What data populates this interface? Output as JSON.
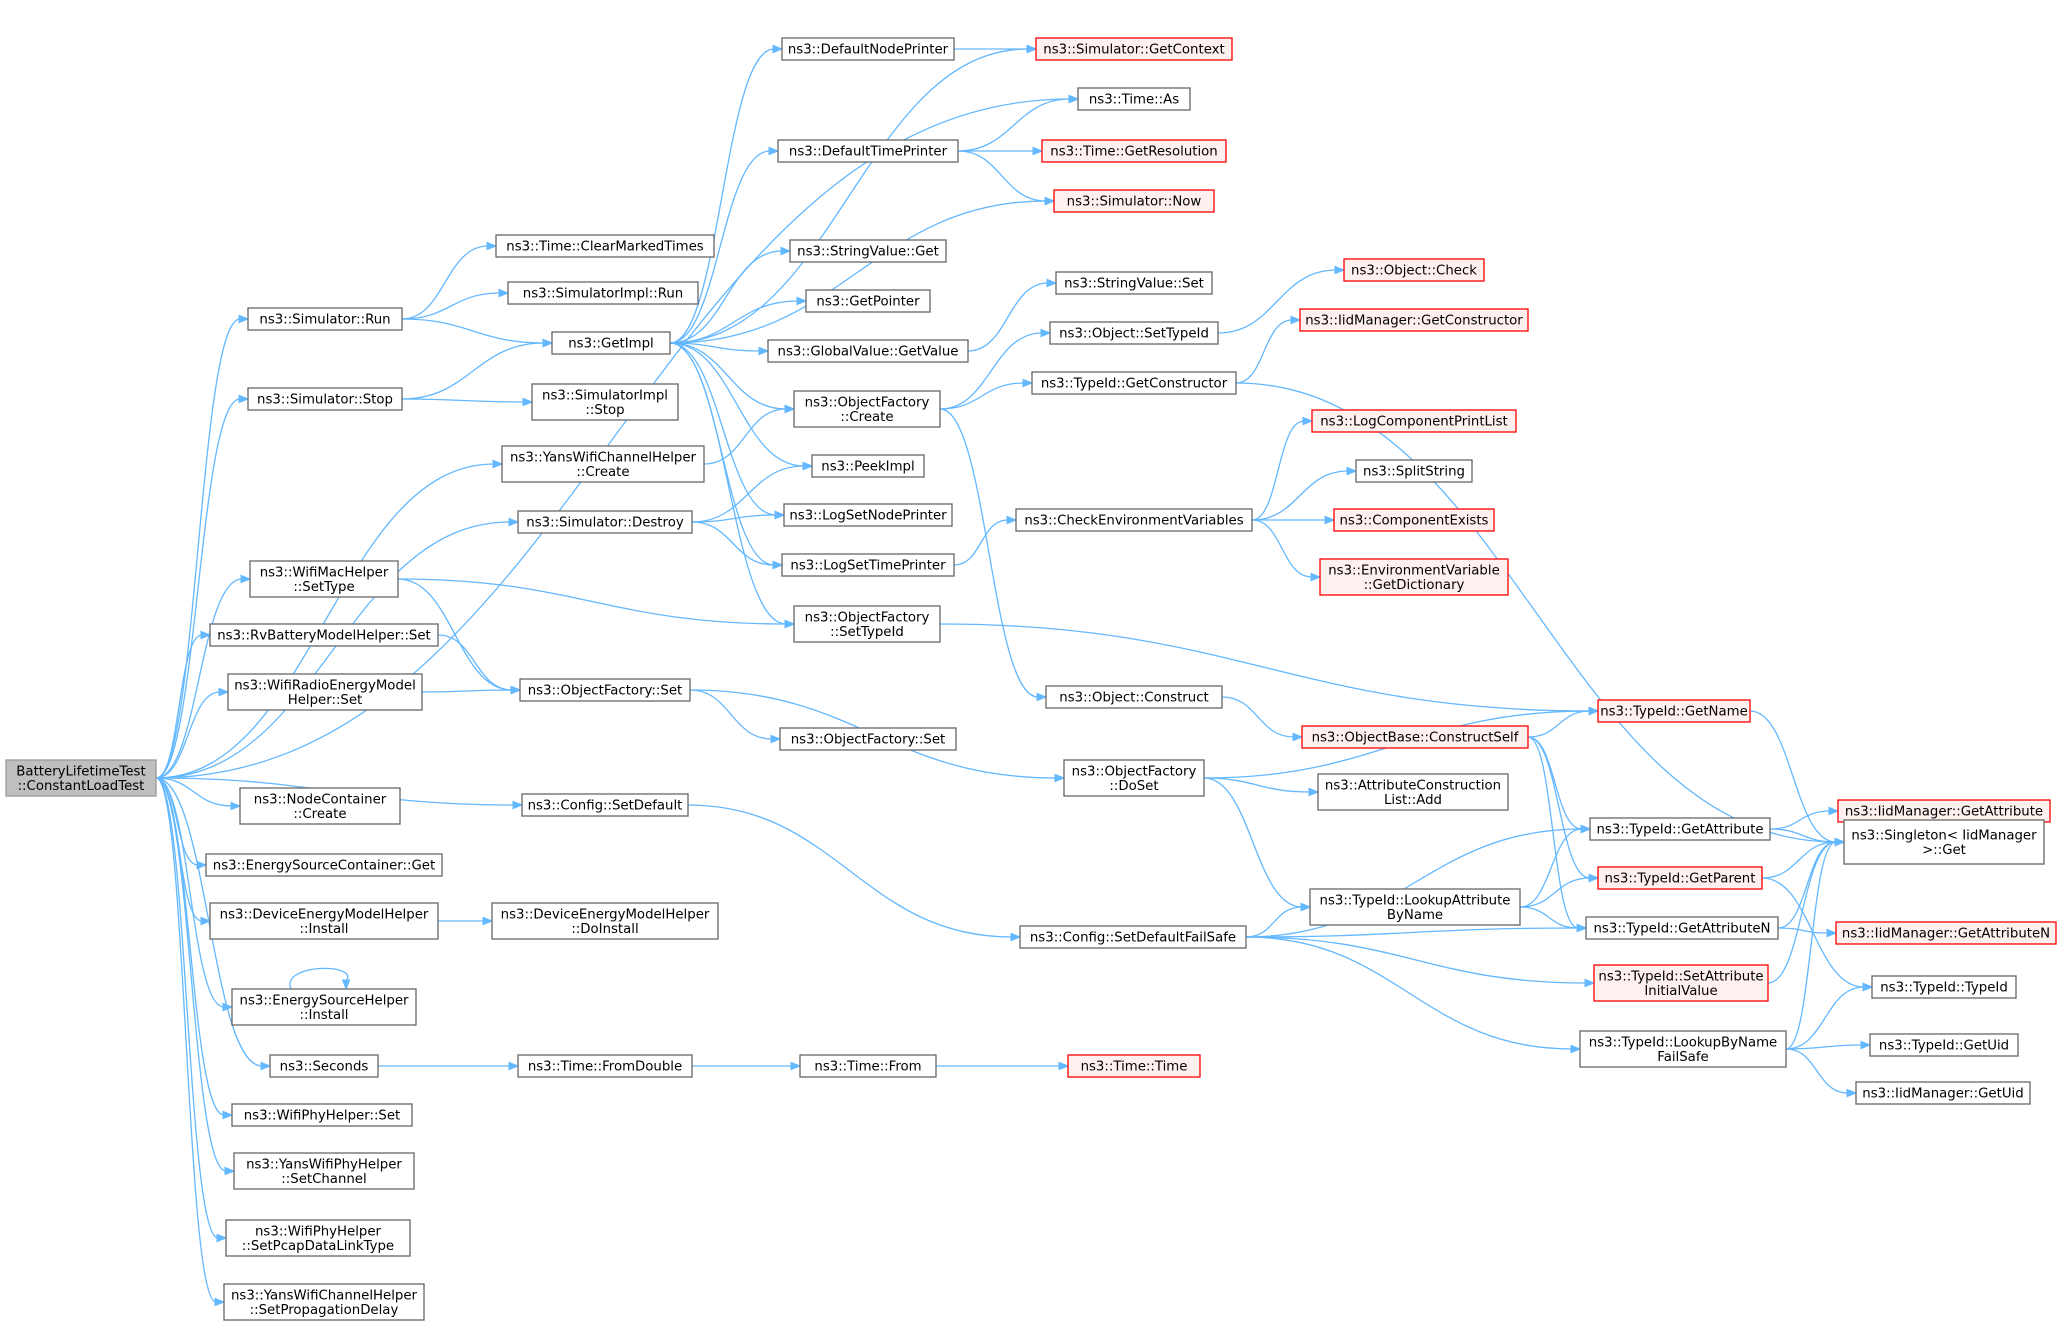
{
  "colors": {
    "edge": "#63b8ff",
    "node_border": "#666666",
    "node_fill": "#ffffff",
    "root_border": "#999999",
    "root_fill": "#bfbfbf",
    "truncated_border": "#ff0000",
    "truncated_fill": "#fff0f0"
  },
  "nodes": [
    {
      "id": "root",
      "lines": [
        "BatteryLifetimeTest",
        "::ConstantLoadTest"
      ],
      "style": "root"
    },
    {
      "id": "simrun",
      "lines": [
        "ns3::Simulator::Run"
      ],
      "style": "normal"
    },
    {
      "id": "simstop",
      "lines": [
        "ns3::Simulator::Stop"
      ],
      "style": "normal"
    },
    {
      "id": "yanschcreate",
      "lines": [
        "ns3::YansWifiChannelHelper",
        "::Create"
      ],
      "style": "normal"
    },
    {
      "id": "simdestroy",
      "lines": [
        "ns3::Simulator::Destroy"
      ],
      "style": "normal"
    },
    {
      "id": "wifimacsettype",
      "lines": [
        "ns3::WifiMacHelper",
        "::SetType"
      ],
      "style": "normal"
    },
    {
      "id": "rvbattset",
      "lines": [
        "ns3::RvBatteryModelHelper::Set"
      ],
      "style": "normal"
    },
    {
      "id": "wifiradioset",
      "lines": [
        "ns3::WifiRadioEnergyModel",
        "Helper::Set"
      ],
      "style": "normal"
    },
    {
      "id": "nodecontcreate",
      "lines": [
        "ns3::NodeContainer",
        "::Create"
      ],
      "style": "normal"
    },
    {
      "id": "energysrcget",
      "lines": [
        "ns3::EnergySourceContainer::Get"
      ],
      "style": "normal"
    },
    {
      "id": "devenergyinstall",
      "lines": [
        "ns3::DeviceEnergyModelHelper",
        "::Install"
      ],
      "style": "normal"
    },
    {
      "id": "energysrcinstall",
      "lines": [
        "ns3::EnergySourceHelper",
        "::Install"
      ],
      "style": "normal"
    },
    {
      "id": "seconds",
      "lines": [
        "ns3::Seconds"
      ],
      "style": "normal"
    },
    {
      "id": "wifiphyset",
      "lines": [
        "ns3::WifiPhyHelper::Set"
      ],
      "style": "normal"
    },
    {
      "id": "yansphysetch",
      "lines": [
        "ns3::YansWifiPhyHelper",
        "::SetChannel"
      ],
      "style": "normal"
    },
    {
      "id": "wifiphypcap",
      "lines": [
        "ns3::WifiPhyHelper",
        "::SetPcapDataLinkType"
      ],
      "style": "normal"
    },
    {
      "id": "yanschsetprop",
      "lines": [
        "ns3::YansWifiChannelHelper",
        "::SetPropagationDelay"
      ],
      "style": "normal"
    },
    {
      "id": "timeclear",
      "lines": [
        "ns3::Time::ClearMarkedTimes"
      ],
      "style": "normal"
    },
    {
      "id": "simimplrun",
      "lines": [
        "ns3::SimulatorImpl::Run"
      ],
      "style": "normal"
    },
    {
      "id": "getimpl",
      "lines": [
        "ns3::GetImpl"
      ],
      "style": "normal"
    },
    {
      "id": "simimplstop",
      "lines": [
        "ns3::SimulatorImpl",
        "::Stop"
      ],
      "style": "normal"
    },
    {
      "id": "objfactset",
      "lines": [
        "ns3::ObjectFactory::Set"
      ],
      "style": "normal"
    },
    {
      "id": "configsetdefault",
      "lines": [
        "ns3::Config::SetDefault"
      ],
      "style": "normal"
    },
    {
      "id": "devenergydoinstall",
      "lines": [
        "ns3::DeviceEnergyModelHelper",
        "::DoInstall"
      ],
      "style": "normal"
    },
    {
      "id": "timefromdouble",
      "lines": [
        "ns3::Time::FromDouble"
      ],
      "style": "normal"
    },
    {
      "id": "defnodeprinter",
      "lines": [
        "ns3::DefaultNodePrinter"
      ],
      "style": "normal"
    },
    {
      "id": "deftimeprinter",
      "lines": [
        "ns3::DefaultTimePrinter"
      ],
      "style": "normal"
    },
    {
      "id": "stringvalget",
      "lines": [
        "ns3::StringValue::Get"
      ],
      "style": "normal"
    },
    {
      "id": "getpointer",
      "lines": [
        "ns3::GetPointer"
      ],
      "style": "normal"
    },
    {
      "id": "globalvalget",
      "lines": [
        "ns3::GlobalValue::GetValue"
      ],
      "style": "normal"
    },
    {
      "id": "objfactcreate",
      "lines": [
        "ns3::ObjectFactory",
        "::Create"
      ],
      "style": "normal"
    },
    {
      "id": "peekimpl",
      "lines": [
        "ns3::PeekImpl"
      ],
      "style": "normal"
    },
    {
      "id": "logsetnode",
      "lines": [
        "ns3::LogSetNodePrinter"
      ],
      "style": "normal"
    },
    {
      "id": "logsettime",
      "lines": [
        "ns3::LogSetTimePrinter"
      ],
      "style": "normal"
    },
    {
      "id": "objfactsettypeid",
      "lines": [
        "ns3::ObjectFactory",
        "::SetTypeId"
      ],
      "style": "normal"
    },
    {
      "id": "objfactset2",
      "lines": [
        "ns3::ObjectFactory::Set"
      ],
      "style": "normal"
    },
    {
      "id": "timefrom",
      "lines": [
        "ns3::Time::From"
      ],
      "style": "normal"
    },
    {
      "id": "simgetcontext",
      "lines": [
        "ns3::Simulator::GetContext"
      ],
      "style": "truncated"
    },
    {
      "id": "timeas",
      "lines": [
        "ns3::Time::As"
      ],
      "style": "normal"
    },
    {
      "id": "timegetres",
      "lines": [
        "ns3::Time::GetResolution"
      ],
      "style": "truncated"
    },
    {
      "id": "simnow",
      "lines": [
        "ns3::Simulator::Now"
      ],
      "style": "truncated"
    },
    {
      "id": "stringvalset",
      "lines": [
        "ns3::StringValue::Set"
      ],
      "style": "normal"
    },
    {
      "id": "objsettypeid",
      "lines": [
        "ns3::Object::SetTypeId"
      ],
      "style": "normal"
    },
    {
      "id": "typeidgetctor",
      "lines": [
        "ns3::TypeId::GetConstructor"
      ],
      "style": "normal"
    },
    {
      "id": "checkenv",
      "lines": [
        "ns3::CheckEnvironmentVariables"
      ],
      "style": "normal"
    },
    {
      "id": "objconstruct",
      "lines": [
        "ns3::Object::Construct"
      ],
      "style": "normal"
    },
    {
      "id": "objfactdoset",
      "lines": [
        "ns3::ObjectFactory",
        "::DoSet"
      ],
      "style": "normal"
    },
    {
      "id": "configsetdefaultfs",
      "lines": [
        "ns3::Config::SetDefaultFailSafe"
      ],
      "style": "normal"
    },
    {
      "id": "timetime",
      "lines": [
        "ns3::Time::Time"
      ],
      "style": "truncated"
    },
    {
      "id": "objcheck",
      "lines": [
        "ns3::Object::Check"
      ],
      "style": "truncated"
    },
    {
      "id": "iidgetctor",
      "lines": [
        "ns3::IidManager::GetConstructor"
      ],
      "style": "truncated"
    },
    {
      "id": "logcompprint",
      "lines": [
        "ns3::LogComponentPrintList"
      ],
      "style": "truncated"
    },
    {
      "id": "splitstring",
      "lines": [
        "ns3::SplitString"
      ],
      "style": "normal"
    },
    {
      "id": "compexists",
      "lines": [
        "ns3::ComponentExists"
      ],
      "style": "truncated"
    },
    {
      "id": "envgetdict",
      "lines": [
        "ns3::EnvironmentVariable",
        "::GetDictionary"
      ],
      "style": "truncated"
    },
    {
      "id": "objbaseconstructself",
      "lines": [
        "ns3::ObjectBase::ConstructSelf"
      ],
      "style": "truncated"
    },
    {
      "id": "attrconstructadd",
      "lines": [
        "ns3::AttributeConstruction",
        "List::Add"
      ],
      "style": "normal"
    },
    {
      "id": "typeidlookupattr",
      "lines": [
        "ns3::TypeId::LookupAttribute",
        "ByName"
      ],
      "style": "normal"
    },
    {
      "id": "typeidgetname",
      "lines": [
        "ns3::TypeId::GetName"
      ],
      "style": "truncated"
    },
    {
      "id": "typeidgetattr",
      "lines": [
        "ns3::TypeId::GetAttribute"
      ],
      "style": "normal"
    },
    {
      "id": "typeidgetparent",
      "lines": [
        "ns3::TypeId::GetParent"
      ],
      "style": "truncated"
    },
    {
      "id": "typeidgetattrn",
      "lines": [
        "ns3::TypeId::GetAttributeN"
      ],
      "style": "normal"
    },
    {
      "id": "typeidsetattrinit",
      "lines": [
        "ns3::TypeId::SetAttribute",
        "InitialValue"
      ],
      "style": "truncated"
    },
    {
      "id": "typeidlookupbyname",
      "lines": [
        "ns3::TypeId::LookupByName",
        "FailSafe"
      ],
      "style": "normal"
    },
    {
      "id": "iidgetattr",
      "lines": [
        "ns3::IidManager::GetAttribute"
      ],
      "style": "truncated"
    },
    {
      "id": "singletonget",
      "lines": [
        "ns3::Singleton< IidManager",
        ">::Get"
      ],
      "style": "normal"
    },
    {
      "id": "iidgetattrn",
      "lines": [
        "ns3::IidManager::GetAttributeN"
      ],
      "style": "truncated"
    },
    {
      "id": "typeidtypeid",
      "lines": [
        "ns3::TypeId::TypeId"
      ],
      "style": "normal"
    },
    {
      "id": "typeidgetuid",
      "lines": [
        "ns3::TypeId::GetUid"
      ],
      "style": "normal"
    },
    {
      "id": "iidgetuid",
      "lines": [
        "ns3::IidManager::GetUid"
      ],
      "style": "normal"
    }
  ],
  "edges": [
    [
      "root",
      "simrun"
    ],
    [
      "root",
      "simstop"
    ],
    [
      "root",
      "yanschcreate"
    ],
    [
      "root",
      "simdestroy"
    ],
    [
      "root",
      "wifimacsettype"
    ],
    [
      "root",
      "rvbattset"
    ],
    [
      "root",
      "wifiradioset"
    ],
    [
      "root",
      "configsetdefault"
    ],
    [
      "root",
      "nodecontcreate"
    ],
    [
      "root",
      "energysrcget"
    ],
    [
      "root",
      "devenergyinstall"
    ],
    [
      "root",
      "energysrcinstall"
    ],
    [
      "root",
      "seconds"
    ],
    [
      "root",
      "wifiphyset"
    ],
    [
      "root",
      "yansphysetch"
    ],
    [
      "root",
      "wifiphypcap"
    ],
    [
      "root",
      "yanschsetprop"
    ],
    [
      "root",
      "timeas"
    ],
    [
      "simrun",
      "timeclear"
    ],
    [
      "simrun",
      "simimplrun"
    ],
    [
      "simrun",
      "getimpl"
    ],
    [
      "simstop",
      "getimpl"
    ],
    [
      "simstop",
      "simimplstop"
    ],
    [
      "yanschcreate",
      "objfactcreate"
    ],
    [
      "simdestroy",
      "peekimpl"
    ],
    [
      "simdestroy",
      "logsetnode"
    ],
    [
      "simdestroy",
      "logsettime"
    ],
    [
      "wifimacsettype",
      "objfactsettypeid"
    ],
    [
      "wifimacsettype",
      "objfactset"
    ],
    [
      "rvbattset",
      "objfactset"
    ],
    [
      "wifiradioset",
      "objfactset"
    ],
    [
      "configsetdefault",
      "configsetdefaultfs"
    ],
    [
      "devenergyinstall",
      "devenergydoinstall"
    ],
    [
      "energysrcinstall",
      "energysrcinstall"
    ],
    [
      "seconds",
      "timefromdouble"
    ],
    [
      "timefromdouble",
      "timefrom"
    ],
    [
      "timefrom",
      "timetime"
    ],
    [
      "getimpl",
      "defnodeprinter"
    ],
    [
      "getimpl",
      "deftimeprinter"
    ],
    [
      "getimpl",
      "stringvalget"
    ],
    [
      "getimpl",
      "getpointer"
    ],
    [
      "getimpl",
      "globalvalget"
    ],
    [
      "getimpl",
      "objfactcreate"
    ],
    [
      "getimpl",
      "peekimpl"
    ],
    [
      "getimpl",
      "logsetnode"
    ],
    [
      "getimpl",
      "logsettime"
    ],
    [
      "getimpl",
      "objfactsettypeid"
    ],
    [
      "getimpl",
      "simgetcontext"
    ],
    [
      "getimpl",
      "simnow"
    ],
    [
      "objfactset",
      "objfactset2"
    ],
    [
      "objfactset",
      "objfactdoset"
    ],
    [
      "defnodeprinter",
      "simgetcontext"
    ],
    [
      "deftimeprinter",
      "timeas"
    ],
    [
      "deftimeprinter",
      "timegetres"
    ],
    [
      "deftimeprinter",
      "simnow"
    ],
    [
      "globalvalget",
      "stringvalset"
    ],
    [
      "objfactcreate",
      "objsettypeid"
    ],
    [
      "objfactcreate",
      "typeidgetctor"
    ],
    [
      "objfactcreate",
      "objconstruct"
    ],
    [
      "logsettime",
      "checkenv"
    ],
    [
      "objfactsettypeid",
      "typeidgetname"
    ],
    [
      "objsettypeid",
      "objcheck"
    ],
    [
      "typeidgetctor",
      "iidgetctor"
    ],
    [
      "typeidgetctor",
      "singletonget"
    ],
    [
      "checkenv",
      "logcompprint"
    ],
    [
      "checkenv",
      "splitstring"
    ],
    [
      "checkenv",
      "compexists"
    ],
    [
      "checkenv",
      "envgetdict"
    ],
    [
      "objconstruct",
      "objbaseconstructself"
    ],
    [
      "objfactdoset",
      "typeidgetname"
    ],
    [
      "objfactdoset",
      "attrconstructadd"
    ],
    [
      "objfactdoset",
      "typeidlookupattr"
    ],
    [
      "objbaseconstructself",
      "typeidgetname"
    ],
    [
      "objbaseconstructself",
      "typeidgetattr"
    ],
    [
      "objbaseconstructself",
      "typeidgetparent"
    ],
    [
      "objbaseconstructself",
      "typeidgetattrn"
    ],
    [
      "configsetdefaultfs",
      "typeidlookupattr"
    ],
    [
      "configsetdefaultfs",
      "typeidgetattr"
    ],
    [
      "configsetdefaultfs",
      "typeidgetattrn"
    ],
    [
      "configsetdefaultfs",
      "typeidsetattrinit"
    ],
    [
      "configsetdefaultfs",
      "typeidlookupbyname"
    ],
    [
      "typeidlookupattr",
      "typeidgetattr"
    ],
    [
      "typeidlookupattr",
      "typeidgetparent"
    ],
    [
      "typeidlookupattr",
      "typeidgetattrn"
    ],
    [
      "typeidgetname",
      "singletonget"
    ],
    [
      "typeidgetattr",
      "iidgetattr"
    ],
    [
      "typeidgetattr",
      "singletonget"
    ],
    [
      "typeidgetparent",
      "singletonget"
    ],
    [
      "typeidgetparent",
      "typeidtypeid"
    ],
    [
      "typeidgetattrn",
      "singletonget"
    ],
    [
      "typeidgetattrn",
      "iidgetattrn"
    ],
    [
      "typeidsetattrinit",
      "singletonget"
    ],
    [
      "typeidlookupbyname",
      "singletonget"
    ],
    [
      "typeidlookupbyname",
      "typeidtypeid"
    ],
    [
      "typeidlookupbyname",
      "typeidgetuid"
    ],
    [
      "typeidlookupbyname",
      "iidgetuid"
    ]
  ]
}
